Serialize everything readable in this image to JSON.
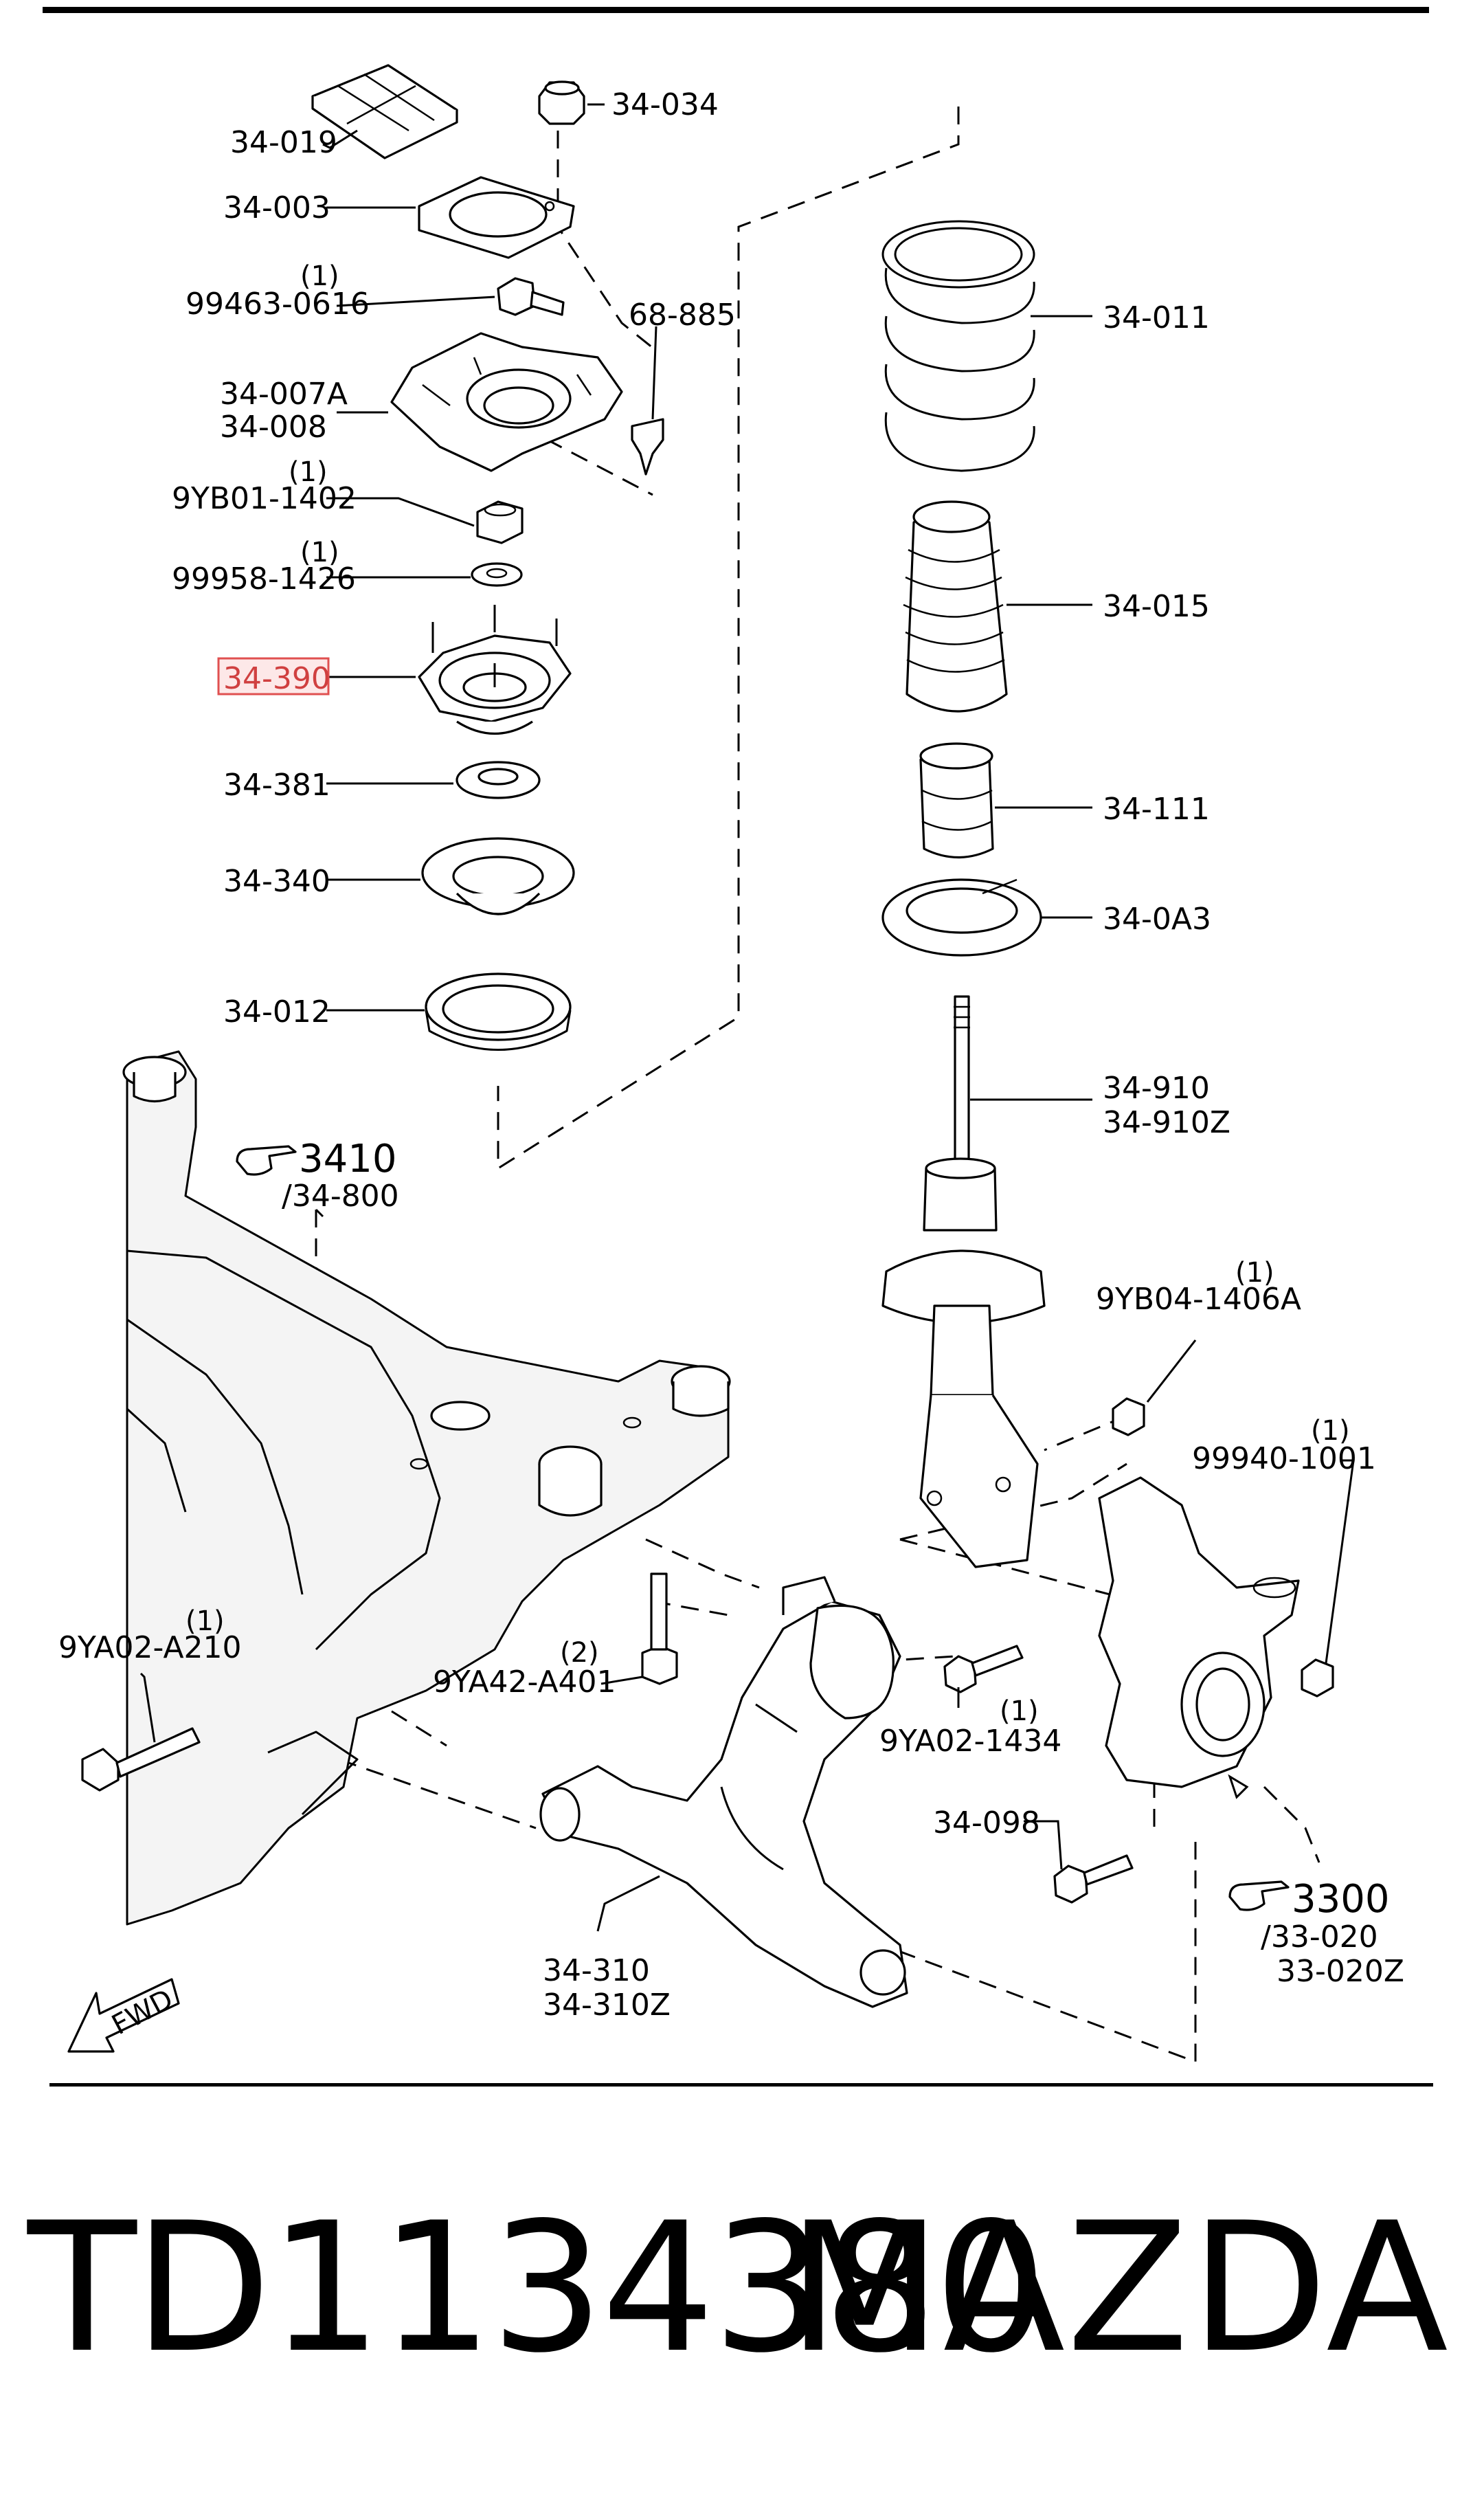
{
  "labels": {
    "p34_019": "34-019",
    "p34_034": "34-034",
    "p34_003": "34-003",
    "q1_a": "(1)",
    "p99463": "99463-0616",
    "p68_885": "68-885",
    "p34_007a": "34-007A",
    "p34_008": "34-008",
    "q1_b": "(1)",
    "p9yb01": "9YB01-1402",
    "q1_c": "(1)",
    "p99958": "99958-1426",
    "p34_390": "34-390",
    "p34_381": "34-381",
    "p34_340": "34-340",
    "p34_012": "34-012",
    "p34_011": "34-011",
    "p34_015": "34-015",
    "p34_111": "34-111",
    "p34_0a3": "34-0A3",
    "p34_910": "34-910",
    "p34_910z": "34-910Z",
    "ref3410": "3410",
    "ref3410_sub": "/34-800",
    "q1_d": "(1)",
    "p9yb04": "9YB04-1406A",
    "q1_e": "(1)",
    "p99940": "99940-1001",
    "q1_f": "(1)",
    "p9ya02_a210": "9YA02-A210",
    "q2": "(2)",
    "p9ya42": "9YA42-A401",
    "q1_g": "(1)",
    "p9ya02_1434": "9YA02-1434",
    "p34_098": "34-098",
    "ref3300": "3300",
    "ref3300_sub": "/33-020",
    "p33_020z": "33-020Z",
    "p34_310": "34-310",
    "p34_310z": "34-310Z",
    "fwd": "FWD"
  },
  "highlight": {
    "part": "34-390",
    "color": "#e05050"
  },
  "footer": {
    "part_number": "TD1134380",
    "brand": "MAZDA"
  }
}
